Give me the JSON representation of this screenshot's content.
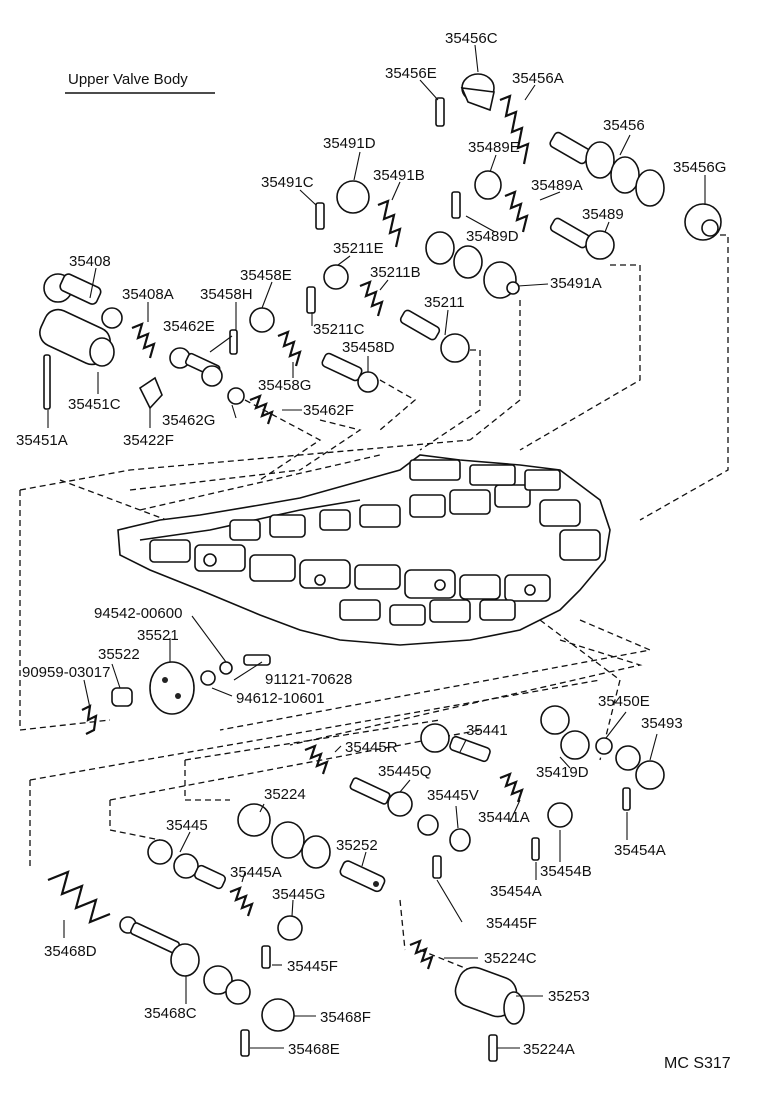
{
  "title": "Upper Valve Body",
  "code": "MC S317",
  "labels": {
    "p35456C": "35456C",
    "p35456E": "35456E",
    "p35456A": "35456A",
    "p35456": "35456",
    "p35456G": "35456G",
    "p35491D": "35491D",
    "p35489E": "35489E",
    "p35491C": "35491C",
    "p35491B": "35491B",
    "p35489A": "35489A",
    "p35489": "35489",
    "p35489D": "35489D",
    "p35211E": "35211E",
    "p35211B": "35211B",
    "p35491A": "35491A",
    "p35408": "35408",
    "p35458E": "35458E",
    "p35408A": "35408A",
    "p35458H": "35458H",
    "p35211C": "35211C",
    "p35211": "35211",
    "p35462E": "35462E",
    "p35458D": "35458D",
    "p35458G": "35458G",
    "p35451C": "35451C",
    "p35462G": "35462G",
    "p35462F": "35462F",
    "p35451A": "35451A",
    "p35422F": "35422F",
    "p94542": "94542-00600",
    "p35521": "35521",
    "p35522": "35522",
    "p90959": "90959-03017",
    "p91121": "91121-70628",
    "p94612": "94612-10601",
    "p35450E": "35450E",
    "p35493": "35493",
    "p35441": "35441",
    "p35445R": "35445R",
    "p35445Q": "35445Q",
    "p35419D": "35419D",
    "p35224": "35224",
    "p35445V": "35445V",
    "p35441A": "35441A",
    "p35445": "35445",
    "p35454A_1": "35454A",
    "p35454B": "35454B",
    "p35252": "35252",
    "p35454A_2": "35454A",
    "p35445A": "35445A",
    "p35445G": "35445G",
    "p35445F_1": "35445F",
    "p35468D": "35468D",
    "p35445F_2": "35445F",
    "p35224C": "35224C",
    "p35253": "35253",
    "p35468C": "35468C",
    "p35468F": "35468F",
    "p35468E": "35468E",
    "p35224A": "35224A"
  }
}
